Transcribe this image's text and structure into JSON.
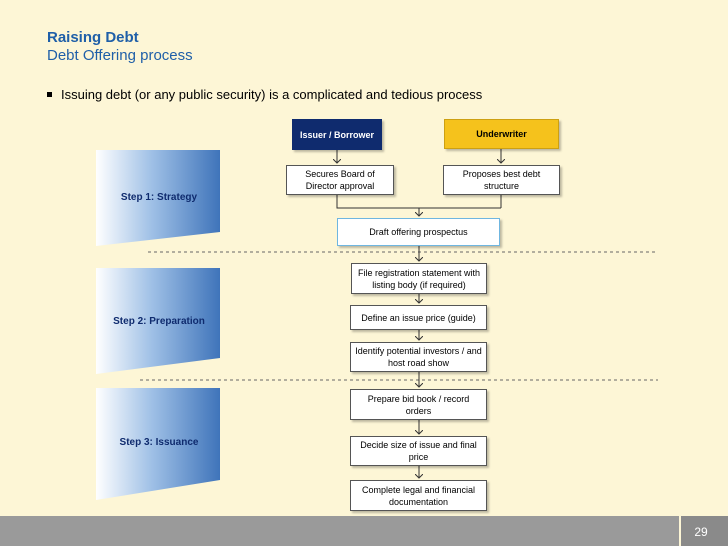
{
  "header": {
    "title": "Raising Debt",
    "subtitle": "Debt Offering process"
  },
  "bullet": "Issuing debt (or any public security) is a complicated and tedious process",
  "steps": [
    {
      "label": "Step 1: Strategy"
    },
    {
      "label": "Step 2: Preparation"
    },
    {
      "label": "Step 3: Issuance"
    }
  ],
  "flow": {
    "issuer": "Issuer / Borrower",
    "underwriter": "Underwriter",
    "secures_board": "Secures Board of Director approval",
    "proposes_structure": "Proposes best debt structure",
    "draft_prospectus": "Draft offering prospectus",
    "file_registration": "File registration statement with listing body (if required)",
    "define_price": "Define an issue price (guide)",
    "identify_investors": "Identify potential investors / and host road show",
    "prepare_book": "Prepare bid book / record orders",
    "decide_size": "Decide size of issue and final price",
    "complete_docs": "Complete legal and financial documentation"
  },
  "colors": {
    "title": "#1f5fa8",
    "issuer_fill": "#0f2b6e",
    "underwriter_fill": "#f5c21c",
    "step_chevron": "#4a7fc1",
    "background": "#fdf6d6"
  },
  "footer": {
    "page_number": "29"
  }
}
